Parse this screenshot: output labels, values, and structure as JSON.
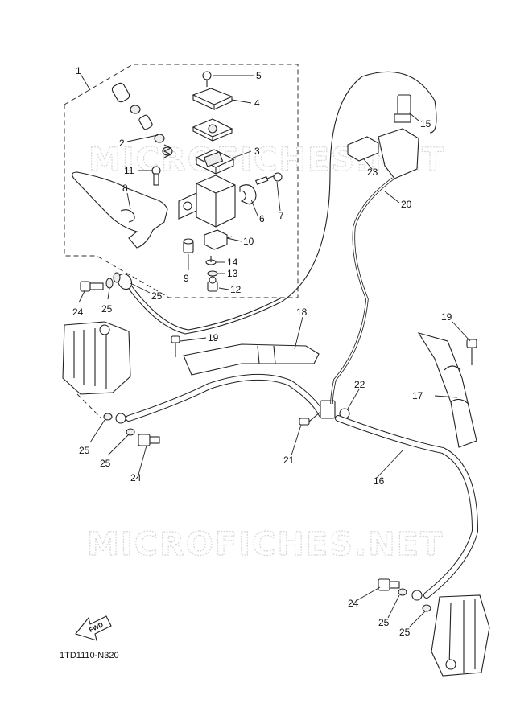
{
  "watermark": {
    "top": "MICROFICHES.NET",
    "bottom": "MICROFICHES.NET"
  },
  "diagram_code": "1TD1110-N320",
  "fwd_label": "FWD",
  "callouts": {
    "c1": "1",
    "c2": "2",
    "c3": "3",
    "c4": "4",
    "c5": "5",
    "c6": "6",
    "c7": "7",
    "c8": "8",
    "c9": "9",
    "c10": "10",
    "c11": "11",
    "c12": "12",
    "c13": "13",
    "c14": "14",
    "c15": "15",
    "c16": "16",
    "c17": "17",
    "c18": "18",
    "c19a": "19",
    "c19b": "19",
    "c20": "20",
    "c21": "21",
    "c22": "22",
    "c23": "23",
    "c24a": "24",
    "c24b": "24",
    "c24c": "24",
    "c25a": "25",
    "c25b": "25",
    "c25c": "25",
    "c25d": "25",
    "c25e": "25",
    "c25f": "25"
  }
}
